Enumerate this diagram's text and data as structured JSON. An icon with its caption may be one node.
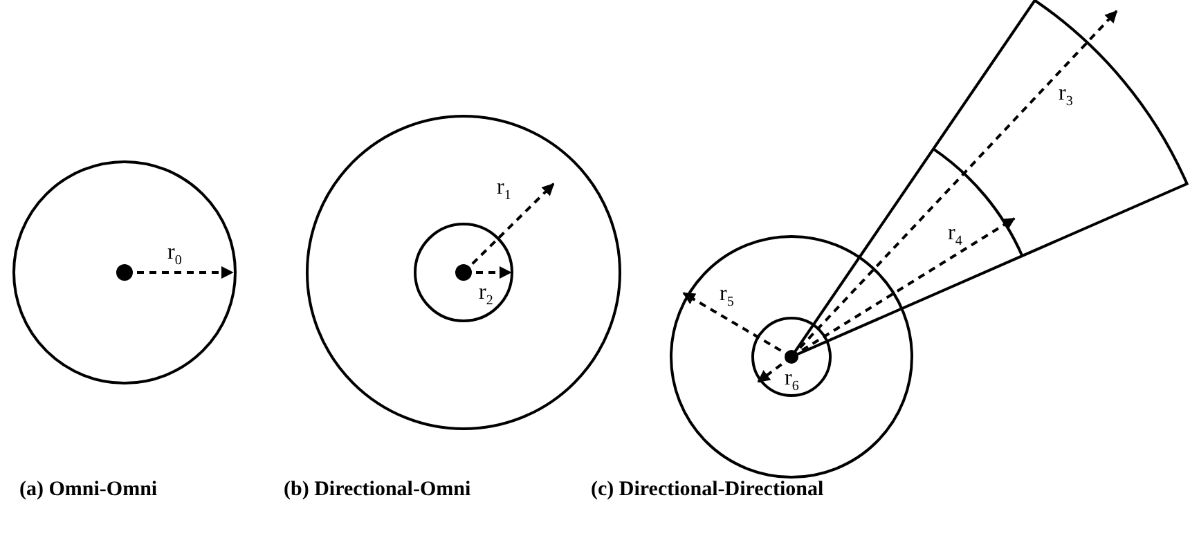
{
  "diagram": {
    "labels": [
      "r$_{0}$",
      "r$_{1}$",
      "r$_{2}$",
      "r$_{3}$",
      "r$_{4}$",
      "r$_{5}$",
      "r$_{6}$",
      "(a) Omni-Omni",
      "(b) Directional-Omni",
      "(c) Directional-Directional"
    ]
  }
}
